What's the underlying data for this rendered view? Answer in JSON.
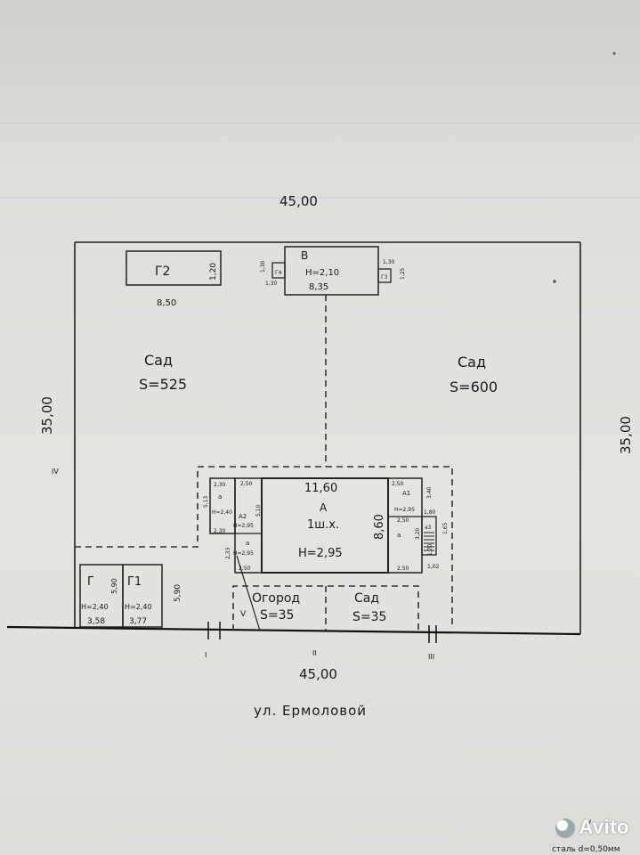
{
  "plan": {
    "top_width": "45,00",
    "bottom_width": "45,00",
    "left_height": "35,00",
    "right_height": "35,00",
    "street": "ул. Ермоловой",
    "gardens": [
      {
        "name": "Сад",
        "area": "S=525"
      },
      {
        "name": "Сад",
        "area": "S=600"
      },
      {
        "name": "Сад",
        "area": "S=35"
      }
    ],
    "vegetable_garden": {
      "name": "Огород",
      "area": "S=35"
    },
    "house": {
      "letter": "А",
      "floors": "1ш.х.",
      "height": "Н=2,95",
      "width": "11,60",
      "depth": "8,60"
    },
    "outbuilding_b": {
      "letter": "В",
      "height": "Н=2,10",
      "width": "8,35",
      "side_dims": [
        "1,30",
        "1,30",
        "1,30",
        "1,25"
      ],
      "annex_left": "Г4",
      "annex_right": "Г3"
    },
    "outbuilding_g2": {
      "letter": "Г2",
      "width": "8,50",
      "depth": "1,20"
    },
    "garage_g": {
      "letter": "Г",
      "height": "Н=2,40",
      "width": "3,58",
      "depth": "5,90"
    },
    "garage_g1": {
      "letter": "Г1",
      "height": "Н=2,40",
      "width": "3,77",
      "depth": "5,90"
    },
    "annexes": {
      "a_left_top": "а",
      "a_left_bottom": "а",
      "a2": "А2",
      "a1": "А1",
      "a_right": "а",
      "a3": "а3",
      "heights": [
        "Н=2,40",
        "Н=2,95",
        "Н=2,95",
        "Н=2,95"
      ],
      "dims": [
        "2,50",
        "2,30",
        "2,30",
        "2,50",
        "2,50",
        "2,50",
        "5,13",
        "5,10",
        "2,33",
        "2,50",
        "3,40",
        "1,80",
        "3,20",
        "1,70",
        "1,65",
        "1,02"
      ]
    },
    "boundary_points": [
      "I",
      "II",
      "III",
      "IV",
      "V",
      "V"
    ],
    "stamp_text": "сталь d=0,50мм",
    "watermark": "Avito"
  }
}
